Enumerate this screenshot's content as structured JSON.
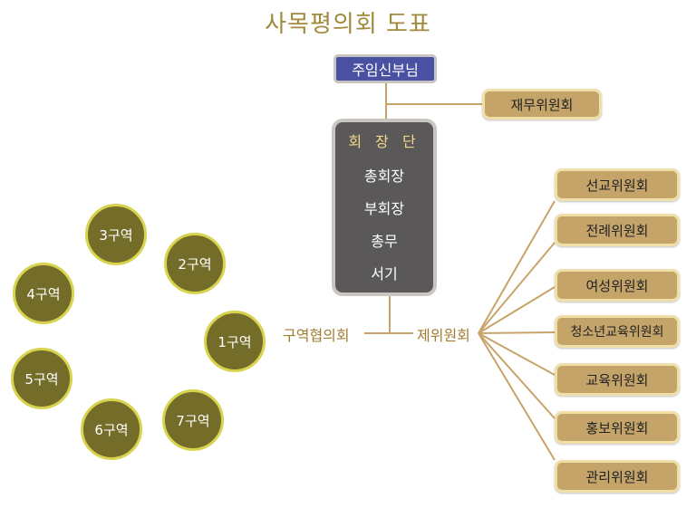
{
  "title": "사목평의회 도표",
  "pastor": "주임신부님",
  "finance_committee": "재무위원회",
  "executive": {
    "heading": "회 장 단",
    "members": [
      "총회장",
      "부회장",
      "총무",
      "서기"
    ]
  },
  "district_council": "구역협의회",
  "committees_label": "제위원회",
  "committees": [
    "선교위원회",
    "전례위원회",
    "여성위원회",
    "청소년교육위원회",
    "교육위원회",
    "홍보위원회",
    "관리위원회"
  ],
  "districts": [
    "3구역",
    "2구역",
    "4구역",
    "1구역",
    "5구역",
    "7구역",
    "6구역"
  ],
  "colors": {
    "title": "#a08a3c",
    "pastor_bg": "#4a51a3",
    "committee_bg": "#c4a469",
    "executive_bg": "#5a5858",
    "district_bg": "#746c29",
    "district_border": "#d8d34f",
    "connector": "#c7a46b"
  }
}
